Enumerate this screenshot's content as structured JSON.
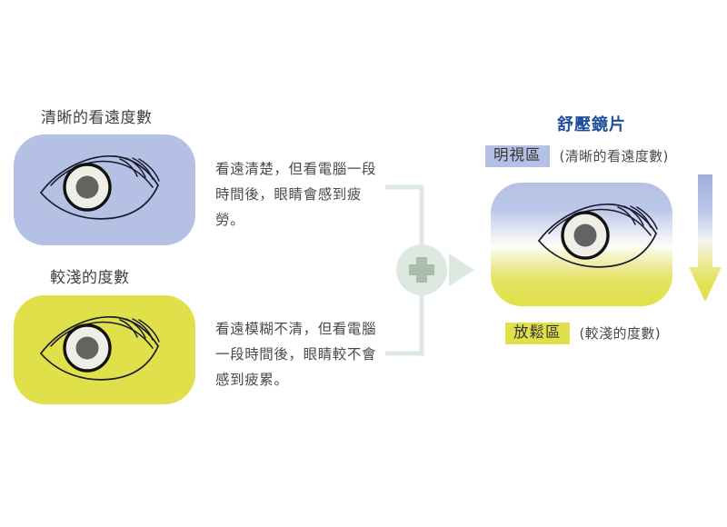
{
  "diagram": {
    "title": "舒壓鏡片",
    "left_column": {
      "clear_vision": {
        "caption": "清晰的看遠度數",
        "pad_color": "#b4c1e5",
        "description": "看遠清楚，但看電腦一段時間後，眼睛會感到疲勞。",
        "icon": "eye-icon"
      },
      "low_power": {
        "caption": "較淺的度數",
        "pad_color": "#e0e04b",
        "description": "看遠模糊不清，但看電腦一段時間後，眼睛較不會感到疲累。",
        "icon": "eye-icon"
      }
    },
    "connector": {
      "symbol": "plus-icon",
      "arrow": "arrow-right-icon",
      "color": "#dce9df",
      "glyph_color": "#a8bfae"
    },
    "right_column": {
      "zones": [
        {
          "tag": "明視區",
          "note": "(清晰的看遠度數)",
          "tag_color": "#b4c1e5"
        },
        {
          "tag": "放鬆區",
          "note": "(較淺的度數)",
          "tag_color": "#e0e04b"
        }
      ],
      "gradient_from": "#b4c1e5",
      "gradient_to": "#e0e04b",
      "arrow": "arrow-down-icon",
      "icon": "eye-icon"
    }
  }
}
